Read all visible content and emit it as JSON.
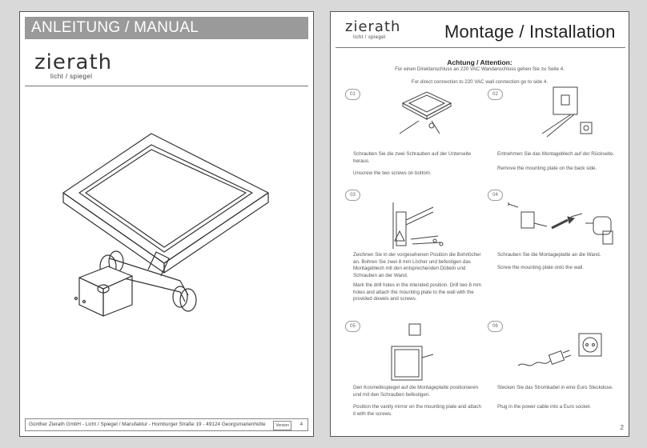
{
  "left_page": {
    "banner": "ANLEITUNG / MANUAL",
    "brand": "zierath",
    "brand_sub": "licht / spiegel",
    "footer": "Günther Zierath GmbH - Licht / Spiegel / Manufaktur - Homburger Straße 19 - 49124 Georgsmarienhütte",
    "version_label": "Version",
    "version_number": "4"
  },
  "right_page": {
    "brand": "zierath",
    "brand_sub": "licht / spiegel",
    "title": "Montage / Installation",
    "attention_title": "Achtung / Attention:",
    "attention_de": "Für einen Direktanschluss an 220 VAC Wandanschluss gehen Sie zu Seite 4.",
    "attention_en": "For direct connection to 220 VAC wall connection go to side 4.",
    "page_number": "2",
    "steps": [
      {
        "num": "01",
        "de": "Schrauben Sie die zwei Schrauben auf der Unterseite heraus.",
        "en": "Unscrew the two screws on bottom."
      },
      {
        "num": "02",
        "de": "Entnehmen Sie das Montageblech auf der Rückseite.",
        "en": "Remove the mounting plate on the back side."
      },
      {
        "num": "03",
        "de": "Zeichnen Sie in der vorgesehenen Position die Bohrlöcher an. Bohren Sie zwei 8 mm Löcher und befestigen das Montageblech mit den entsprechenden Dübeln und Schrauben an der Wand.",
        "en": "Mark the drill holes in the intended position. Drill two 8 mm holes and attach the mounting plate to the wall with the provided dowels and screws."
      },
      {
        "num": "04",
        "de": "Schrauben Sie die Montageplatte an die Wand.",
        "en": "Screw the mounting plate onto the wall."
      },
      {
        "num": "05",
        "de": "Den Kosmetikspiegel auf die Montageplatte positionieren und mit den Schrauben befestigen.",
        "en": "Position the vanity mirror on the mounting plate and attach it with the screws."
      },
      {
        "num": "06",
        "de": "Stecken Sie das Stromkabel in eine Euro Steckdose.",
        "en": "Plug in the power cable into a Euro socket."
      }
    ]
  }
}
